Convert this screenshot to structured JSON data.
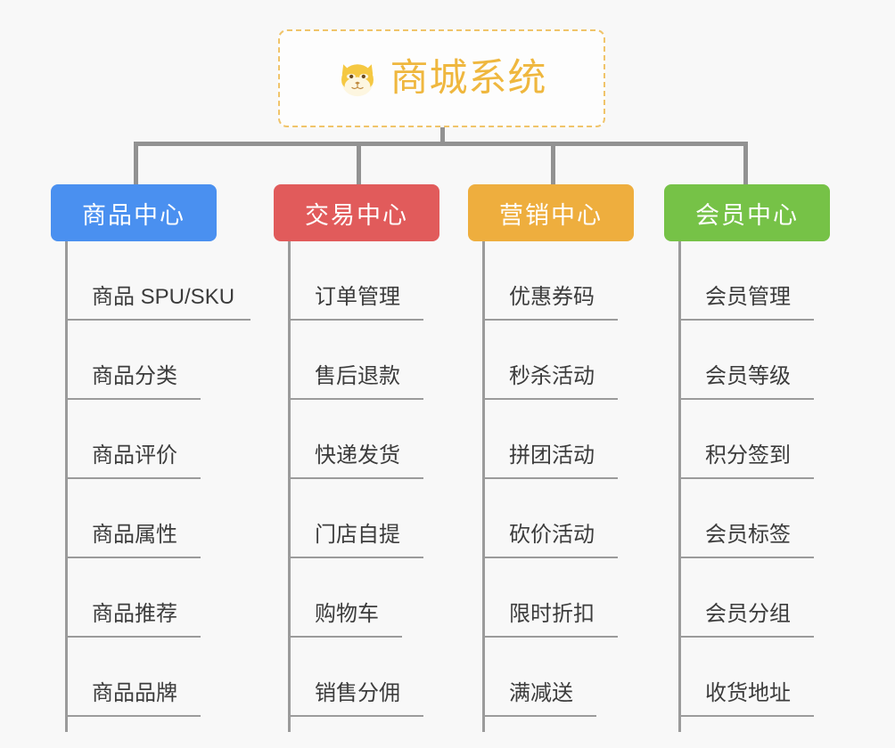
{
  "page": {
    "background_color": "#f8f8f8",
    "diagram_type": "organization-tree"
  },
  "root": {
    "title": "商城系统",
    "icon": "shiba-dog-face-icon",
    "border_color": "#f0c46a",
    "text_color": "#efb73e"
  },
  "connector": {
    "color": "#929292"
  },
  "columns": [
    {
      "title": "商品中心",
      "color": "#4a90f0",
      "items": [
        {
          "label": "商品 SPU/SKU",
          "rule_width": 208
        },
        {
          "label": "商品分类",
          "rule_width": 152
        },
        {
          "label": "商品评价",
          "rule_width": 152
        },
        {
          "label": "商品属性",
          "rule_width": 152
        },
        {
          "label": "商品推荐",
          "rule_width": 152
        },
        {
          "label": "商品品牌",
          "rule_width": 152
        }
      ]
    },
    {
      "title": "交易中心",
      "color": "#e15b5b",
      "items": [
        {
          "label": "订单管理",
          "rule_width": 152
        },
        {
          "label": "售后退款",
          "rule_width": 152
        },
        {
          "label": "快递发货",
          "rule_width": 152
        },
        {
          "label": "门店自提",
          "rule_width": 152
        },
        {
          "label": "购物车",
          "rule_width": 128
        },
        {
          "label": "销售分佣",
          "rule_width": 152
        }
      ]
    },
    {
      "title": "营销中心",
      "color": "#eeae3e",
      "items": [
        {
          "label": "优惠券码",
          "rule_width": 152
        },
        {
          "label": "秒杀活动",
          "rule_width": 152
        },
        {
          "label": "拼团活动",
          "rule_width": 152
        },
        {
          "label": "砍价活动",
          "rule_width": 152
        },
        {
          "label": "限时折扣",
          "rule_width": 152
        },
        {
          "label": "满减送",
          "rule_width": 128
        }
      ]
    },
    {
      "title": "会员中心",
      "color": "#76c247",
      "items": [
        {
          "label": "会员管理",
          "rule_width": 152
        },
        {
          "label": "会员等级",
          "rule_width": 152
        },
        {
          "label": "积分签到",
          "rule_width": 152
        },
        {
          "label": "会员标签",
          "rule_width": 152
        },
        {
          "label": "会员分组",
          "rule_width": 152
        },
        {
          "label": "收货地址",
          "rule_width": 152
        }
      ]
    }
  ]
}
